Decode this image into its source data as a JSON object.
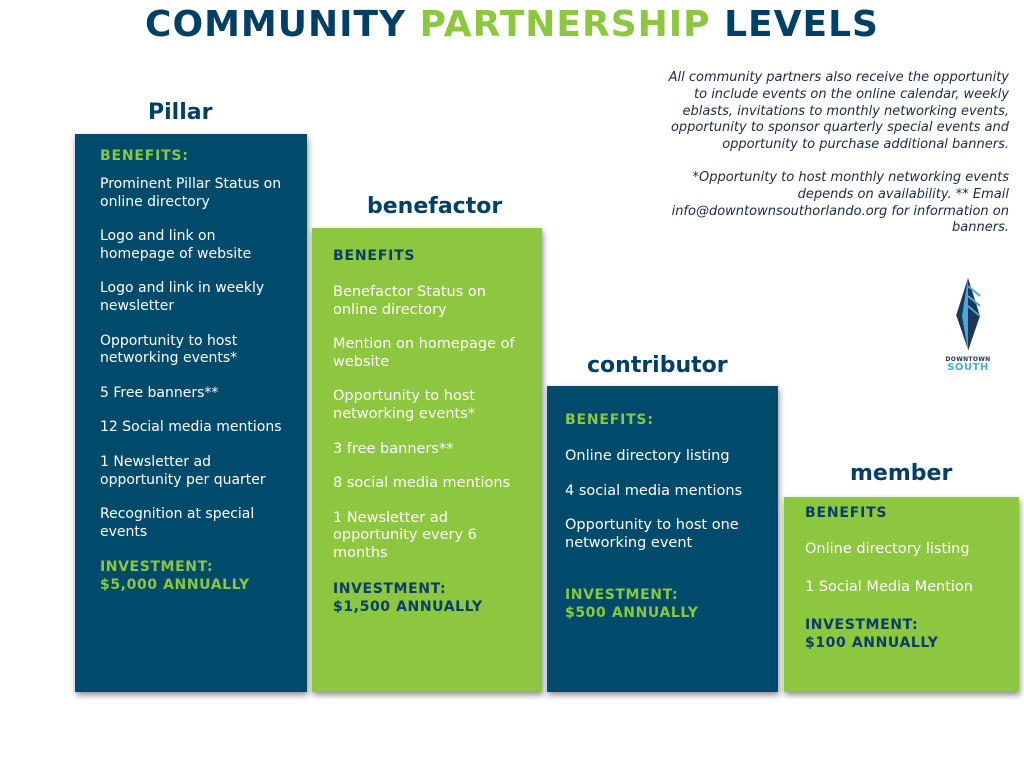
{
  "title": {
    "part1": "COMMUNITY",
    "part2": "PARTNERSHIP",
    "part3": "LEVELS"
  },
  "notes": [
    "All community partners also receive the opportunity to include events on the online calendar, weekly eblasts, invitations to monthly networking events, opportunity to sponsor quarterly special events and opportunity to purchase additional banners.",
    "*Opportunity to host monthly networking events depends on availability. ** Email info@downtownsouthorlando.org for information on banners."
  ],
  "logo": {
    "line1": "DOWNTOWN",
    "line2": "SOUTH"
  },
  "colors": {
    "navy": "#004b6b",
    "green": "#8dc63f",
    "title_blue": "#003f66"
  },
  "tiers": [
    {
      "name": "Pillar",
      "benefits_label": "BENEFITS:",
      "benefits": [
        "Prominent Pillar Status on online directory",
        "Logo and link on homepage of website",
        "Logo and link in weekly newsletter",
        "Opportunity to host networking events*",
        "5 Free banners**",
        "12 Social media mentions",
        "1 Newsletter ad opportunity per quarter",
        "Recognition at special events"
      ],
      "investment_label": "INVESTMENT:",
      "investment_value": "$5,000 ANNUALLY"
    },
    {
      "name": "benefactor",
      "benefits_label": "BENEFITS",
      "benefits": [
        "Benefactor Status on online directory",
        "Mention on homepage of website",
        "Opportunity to host networking events*",
        "3 free banners**",
        "8 social media mentions",
        "1 Newsletter ad opportunity every 6 months"
      ],
      "investment_label": "INVESTMENT:",
      "investment_value": "$1,500 ANNUALLY"
    },
    {
      "name": "contributor",
      "benefits_label": "BENEFITS:",
      "benefits": [
        "Online directory listing",
        "4 social media mentions",
        "Opportunity to host one networking event"
      ],
      "investment_label": "INVESTMENT:",
      "investment_value": "$500 ANNUALLY"
    },
    {
      "name": "member",
      "benefits_label": "BENEFITS",
      "benefits": [
        "Online directory listing",
        "1 Social Media Mention"
      ],
      "investment_label": "INVESTMENT:",
      "investment_value": "$100 ANNUALLY"
    }
  ]
}
